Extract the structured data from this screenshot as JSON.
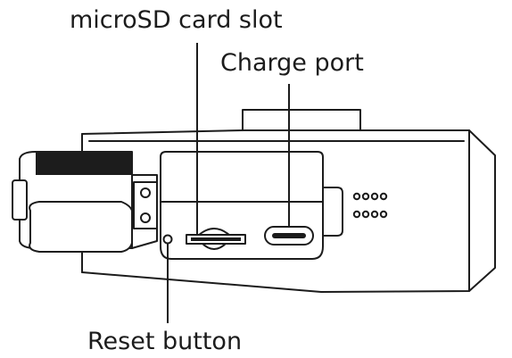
{
  "labels": {
    "microsd_slot": "microSD card slot",
    "charge_port": "Charge port",
    "reset_button": "Reset button"
  },
  "colors": {
    "line": "#1c1c1c",
    "background": "#ffffff"
  }
}
